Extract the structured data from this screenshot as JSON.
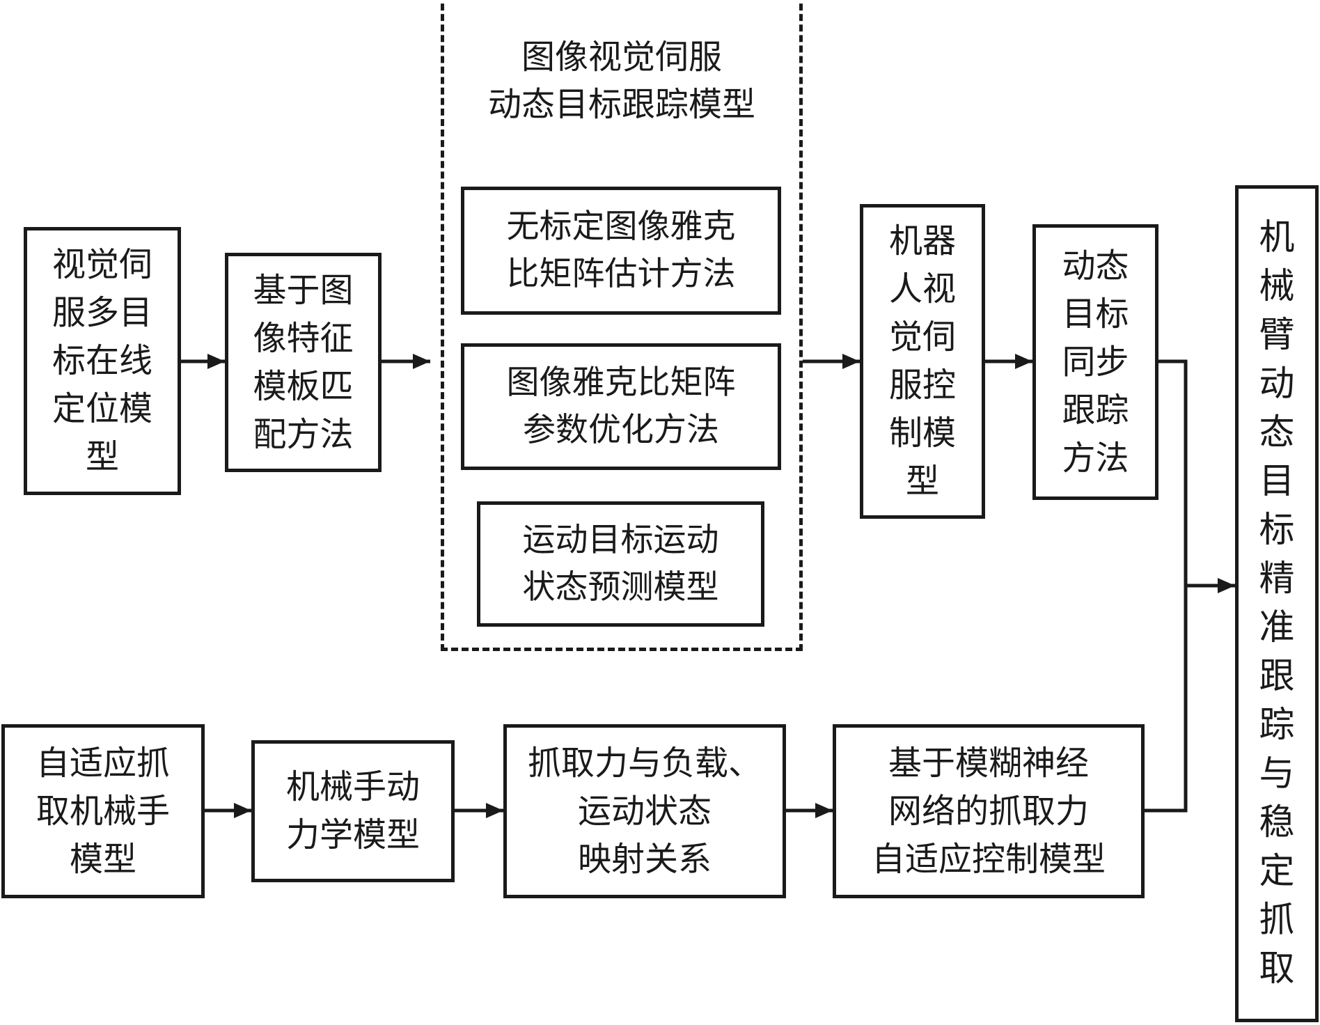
{
  "diagram": {
    "top_row": {
      "visual_servo_locate": "视觉伺\n服多目\n标在线\n定位模\n型",
      "template_match": "基于图\n像特征\n模板匹\n配方法",
      "ibvs_group": {
        "title": "图像视觉伺服\n动态目标跟踪模型",
        "jacobian_uncalibrated": "无标定图像雅克\n比矩阵估计方法",
        "jacobian_param_opt": "图像雅克比矩阵\n参数优化方法",
        "motion_state_predict": "运动目标运动\n状态预测模型"
      },
      "robot_servo_control": "机器\n人视\n觉伺\n服控\n制模\n型",
      "dynamic_sync_track": "动态\n目标\n同步\n跟踪\n方法"
    },
    "bottom_row": {
      "adaptive_gripper": "自适应抓\n取机械手\n模型",
      "gripper_dynamics": "机械手动\n力学模型",
      "grip_force_mapping": "抓取力与负载、\n运动状态\n映射关系",
      "fuzzy_nn_control": "基于模糊神经\n网络的抓取力\n自适应控制模型"
    },
    "final_result": "机\n械\n臂\n动\n态\n目\n标\n精\n准\n跟\n踪\n与\n稳\n定\n抓\n取"
  },
  "colors": {
    "stroke": "#1a1a1a",
    "background": "#ffffff"
  }
}
